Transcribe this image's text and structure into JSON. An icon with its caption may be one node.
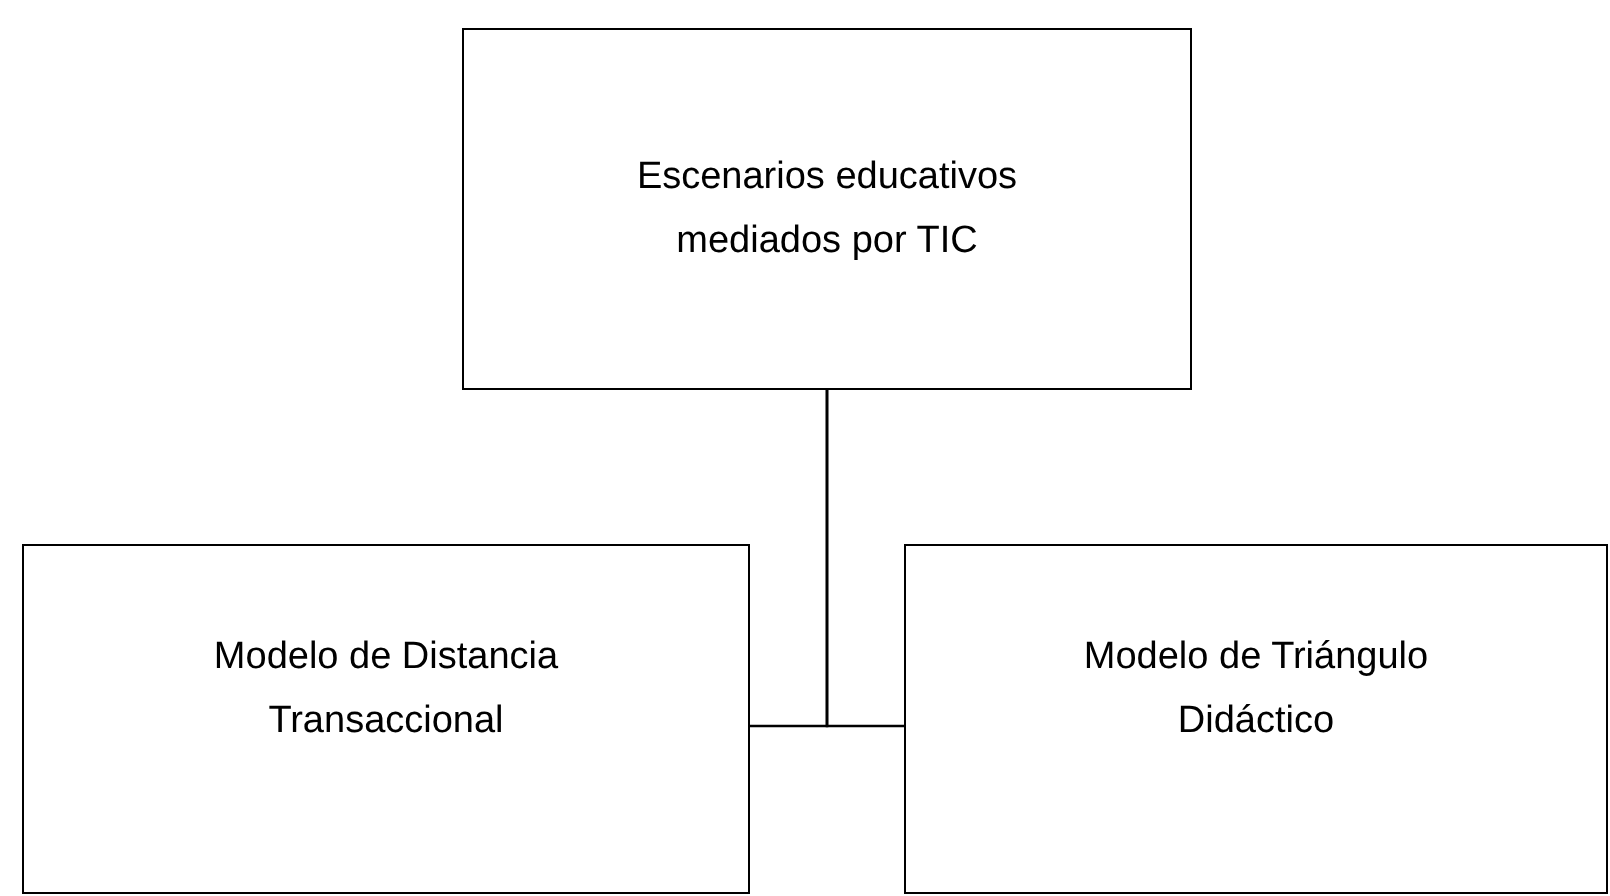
{
  "diagram": {
    "nodes": [
      {
        "text": [
          "Escenarios educativos mediados por TIC"
        ]
      },
      {
        "text": [
          "Modelo de Distancia Transaccional"
        ]
      },
      {
        "text": [
          "Modelo de Triángulo Didáctico"
        ]
      }
    ],
    "edges": [
      {
        "from": 0,
        "to": 1,
        "arrow": "none"
      },
      {
        "from": 0,
        "to": 2,
        "arrow": "none"
      }
    ]
  }
}
